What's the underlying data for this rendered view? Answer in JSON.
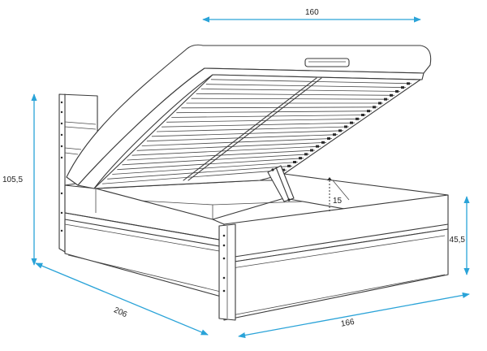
{
  "dimensions": {
    "width_top": "160",
    "length": "206",
    "width_bottom": "166",
    "headboard_height": "105,5",
    "footboard_height": "45,5",
    "storage_depth": "15"
  },
  "colors": {
    "dimension": "#2aa3d8",
    "outline": "#3a3a3a"
  }
}
